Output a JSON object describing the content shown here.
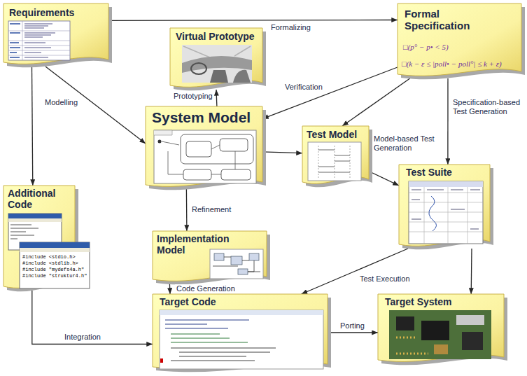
{
  "diagram": {
    "nodes": [
      {
        "text": [
          "Requirements"
        ]
      },
      {
        "text": [
          "Formal Specification",
          "□(p° − p• < 5)",
          "□(k − ε ≤ |poll• − poll°| ≤ k + ε)"
        ]
      },
      {
        "text": [
          "Virtual Prototype"
        ]
      },
      {
        "text": [
          "System Model"
        ]
      },
      {
        "text": [
          "Test Model"
        ]
      },
      {
        "text": [
          "Test Suite"
        ]
      },
      {
        "text": [
          "Additional Code"
        ]
      },
      {
        "text": [
          "Implementation Model"
        ]
      },
      {
        "text": [
          "Target Code"
        ]
      },
      {
        "text": [
          "Target System"
        ]
      }
    ],
    "edges": [
      {
        "from": 0,
        "to": 1,
        "arrow": "to",
        "label": "Formalizing"
      },
      {
        "from": 0,
        "to": 3,
        "arrow": "to",
        "label": "Modelling"
      },
      {
        "from": 0,
        "to": 6,
        "arrow": "to"
      },
      {
        "from": 3,
        "to": 2,
        "arrow": "to",
        "label": "Prototyping"
      },
      {
        "from": 1,
        "to": 3,
        "arrow": "to",
        "label": "Verification"
      },
      {
        "from": 1,
        "to": 4,
        "arrow": "to"
      },
      {
        "from": 3,
        "to": 4,
        "arrow": "to"
      },
      {
        "from": 1,
        "to": 5,
        "arrow": "to",
        "label": "Specification-based Test Generation"
      },
      {
        "from": 4,
        "to": 5,
        "arrow": "to",
        "label": "Model-based Test Generation"
      },
      {
        "from": 3,
        "to": 7,
        "arrow": "to",
        "label": "Refinement"
      },
      {
        "from": 7,
        "to": 8,
        "arrow": "to",
        "label": "Code Generation"
      },
      {
        "from": 6,
        "to": 8,
        "arrow": "to",
        "label": "Integration"
      },
      {
        "from": 5,
        "to": 8,
        "arrow": "to",
        "label": "Test Execution"
      },
      {
        "from": 5,
        "to": 9,
        "arrow": "to"
      },
      {
        "from": 8,
        "to": 9,
        "arrow": "to",
        "label": "Porting"
      }
    ],
    "labels": [
      "#include <stdio.h>",
      "#include <stdlib.h>",
      "#include \"mydefs4a.h\"",
      "#include \"struktur4.h\""
    ]
  }
}
